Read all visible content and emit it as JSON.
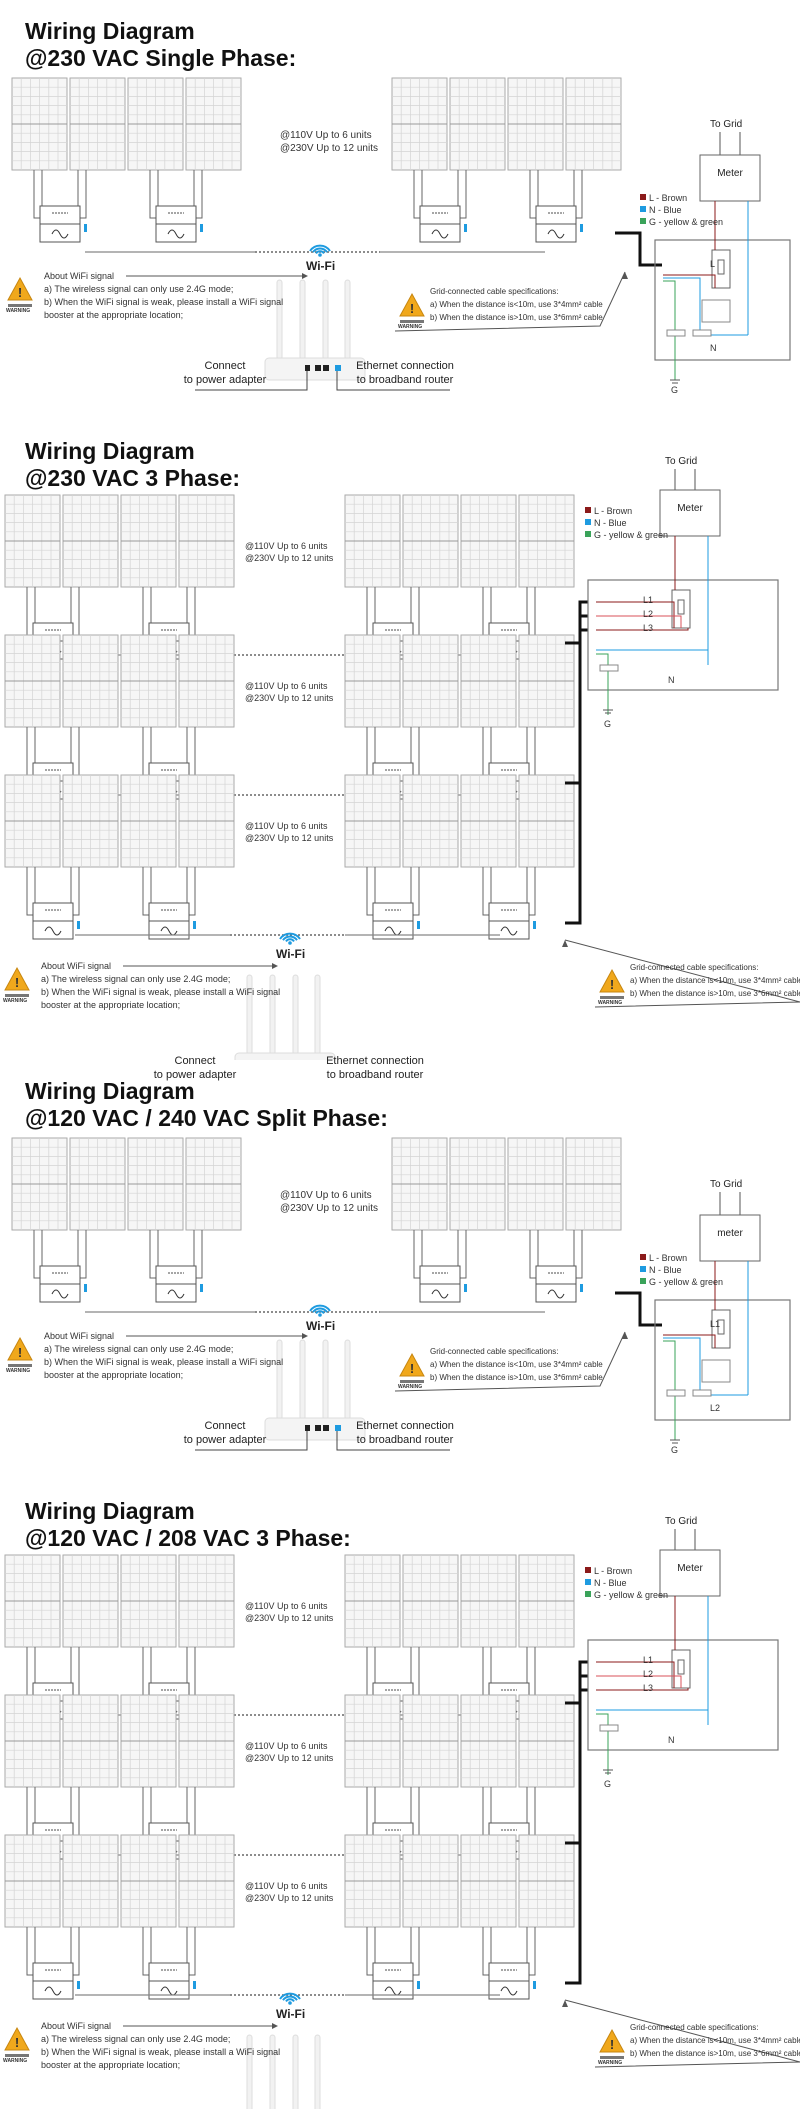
{
  "sections": [
    {
      "type": "single",
      "title_line1": "Wiring Diagram",
      "title_line2": "@230 VAC Single Phase:",
      "units": [
        "@110V Up to 6 units",
        "@230V Up to 12 units"
      ],
      "legend": [
        "L - Brown",
        "N - Blue",
        "G - yellow & green"
      ],
      "to_grid": "To Grid",
      "meter": "Meter",
      "line_labels": [
        "L",
        "N",
        "G"
      ]
    },
    {
      "type": "three",
      "title_line1": "Wiring Diagram",
      "title_line2": "@230 VAC  3 Phase:",
      "units": [
        "@110V Up to 6 units",
        "@230V Up to 12 units"
      ],
      "legend": [
        "L - Brown",
        "N - Blue",
        "G - yellow & green"
      ],
      "to_grid": "To Grid",
      "meter": "Meter",
      "line_labels": [
        "L1",
        "L2",
        "L3",
        "N",
        "G"
      ]
    },
    {
      "type": "single",
      "title_line1": "Wiring Diagram",
      "title_line2": "@120 VAC / 240 VAC Split Phase:",
      "units": [
        "@110V Up to 6 units",
        "@230V Up to 12 units"
      ],
      "legend": [
        "L - Brown",
        "N - Blue",
        "G - yellow & green"
      ],
      "to_grid": "To Grid",
      "meter": "meter",
      "line_labels": [
        "L1",
        "L2",
        "G"
      ]
    },
    {
      "type": "three",
      "title_line1": "Wiring Diagram",
      "title_line2": "@120 VAC / 208 VAC 3 Phase:",
      "units": [
        "@110V Up to 6 units",
        "@230V Up to 12 units"
      ],
      "legend": [
        "L - Brown",
        "N - Blue",
        "G - yellow & green"
      ],
      "to_grid": "To Grid",
      "meter": "Meter",
      "line_labels": [
        "L1",
        "L2",
        "L3",
        "N",
        "G"
      ]
    }
  ],
  "wifi": {
    "label": "Wi-Fi",
    "heading": "About WiFi signal",
    "line_a": "a) The wireless signal can only use 2.4G mode;",
    "line_b": "b) When the WiFi signal is weak, please install a WiFi signal",
    "line_c": "booster at the appropriate location;",
    "warning": "WARNING"
  },
  "router": {
    "power_1": "Connect",
    "power_2": "to power adapter",
    "eth_1": "Ethernet connection",
    "eth_2": "to broadband router"
  },
  "cable": {
    "heading": "Grid-connected cable specifications:",
    "line_a": "a) When the distance is<10m, use 3*4mm² cable",
    "line_b": "b) When the distance is>10m, use 3*6mm² cable"
  },
  "colors": {
    "brown": "#8b1a1a",
    "blue": "#1e9be0",
    "green": "#3aa35a",
    "yellow": "#e0b800",
    "warning": "#f0a81c"
  }
}
